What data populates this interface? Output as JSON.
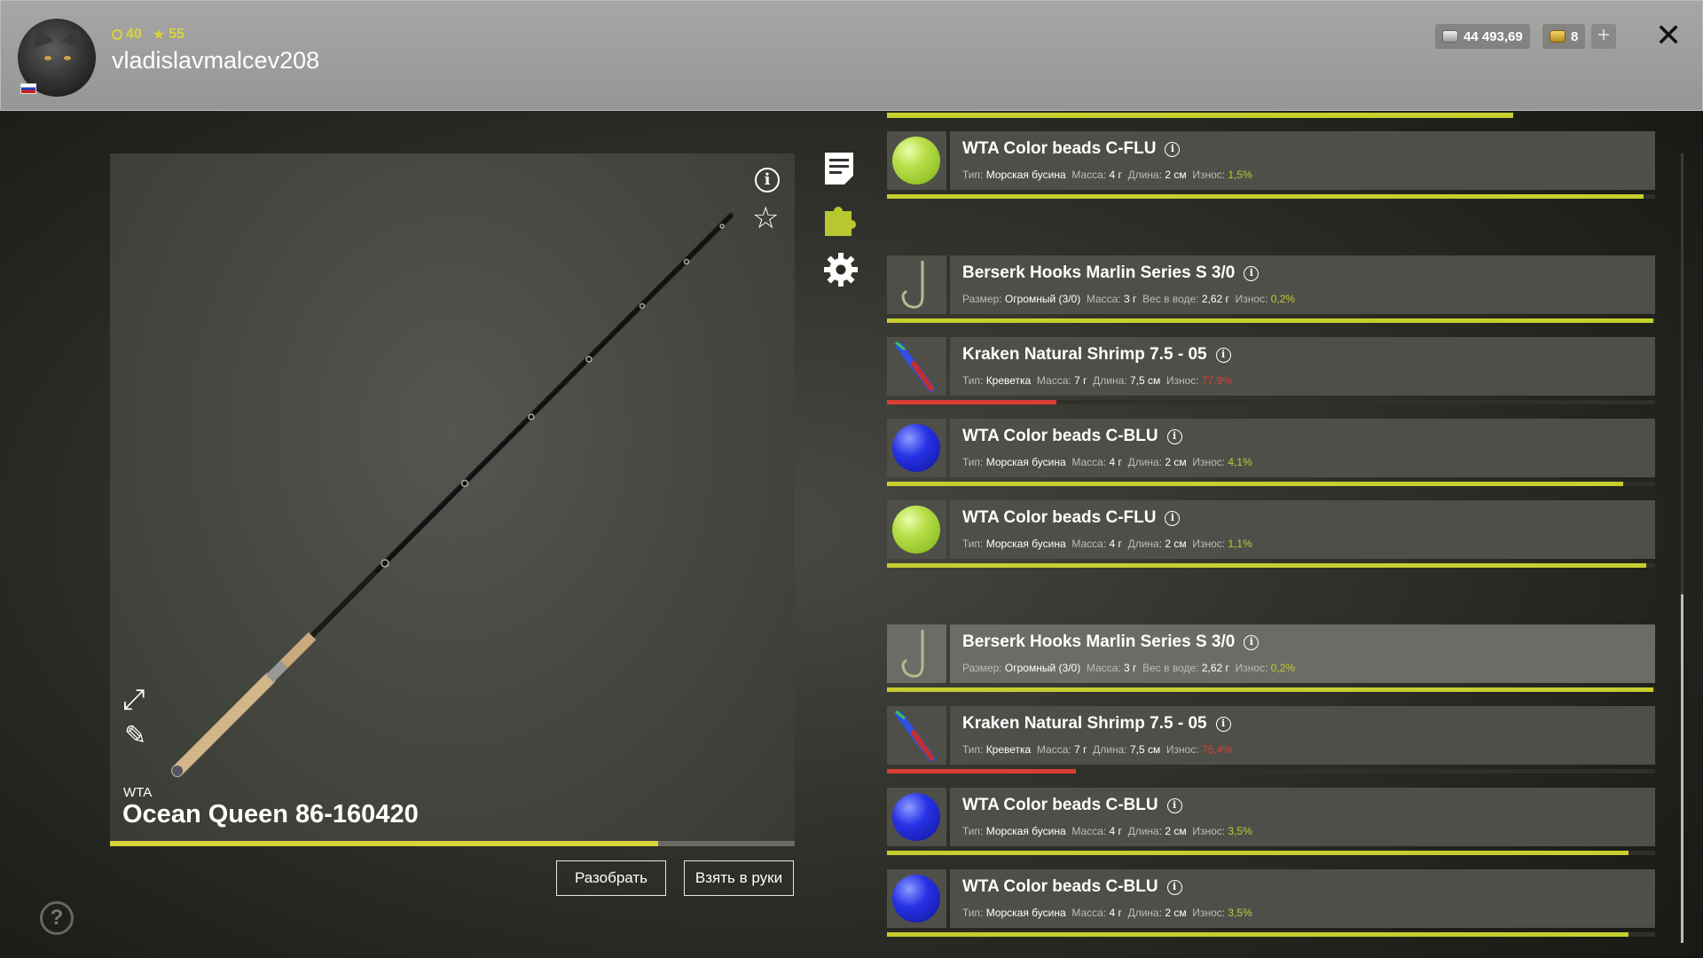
{
  "profile": {
    "level": "40",
    "stars": "55",
    "username": "vladislavmalcev208"
  },
  "wallet": {
    "silver": "44 493,69",
    "gold": "8",
    "add_label": "+"
  },
  "rod": {
    "brand": "WTA",
    "name": "Ocean Queen 86-160420",
    "wear_fraction": 0.8,
    "disassemble_label": "Разобрать",
    "take_label": "Взять в руки"
  },
  "list_top_bar_fraction": 0.815,
  "items": [
    {
      "kind": "bead-flu",
      "title": "WTA Color beads C-FLU",
      "k1": "Тип:",
      "v1": "Морская бусина",
      "k2": "Масса:",
      "v2": "4 г",
      "k3": "Длина:",
      "v3": "2 см",
      "k4": "",
      "v4": "",
      "wk": "Износ:",
      "wear": "1,5%",
      "bad": false,
      "fill": 0.985,
      "light": false
    },
    {
      "kind": "hook",
      "title": "Berserk Hooks Marlin Series S 3/0",
      "k1": "Размер:",
      "v1": "Огромный (3/0)",
      "k2": "Масса:",
      "v2": "3 г",
      "k3": "Вес в воде:",
      "v3": "2,62 г",
      "k4": "",
      "v4": "",
      "wk": "Износ:",
      "wear": "0,2%",
      "bad": false,
      "fill": 0.998,
      "light": false
    },
    {
      "kind": "shrimp",
      "title": "Kraken Natural Shrimp 7.5 - 05",
      "k1": "Тип:",
      "v1": "Креветка",
      "k2": "Масса:",
      "v2": "7 г",
      "k3": "Длина:",
      "v3": "7,5 см",
      "k4": "",
      "v4": "",
      "wk": "Износ:",
      "wear": "77,9%",
      "bad": true,
      "fill": 0.221,
      "light": false
    },
    {
      "kind": "bead-blu",
      "title": "WTA Color beads C-BLU",
      "k1": "Тип:",
      "v1": "Морская бусина",
      "k2": "Масса:",
      "v2": "4 г",
      "k3": "Длина:",
      "v3": "2 см",
      "k4": "",
      "v4": "",
      "wk": "Износ:",
      "wear": "4,1%",
      "bad": false,
      "fill": 0.959,
      "light": false
    },
    {
      "kind": "bead-flu",
      "title": "WTA Color beads C-FLU",
      "k1": "Тип:",
      "v1": "Морская бусина",
      "k2": "Масса:",
      "v2": "4 г",
      "k3": "Длина:",
      "v3": "2 см",
      "k4": "",
      "v4": "",
      "wk": "Износ:",
      "wear": "1,1%",
      "bad": false,
      "fill": 0.989,
      "light": false
    },
    {
      "kind": "hook",
      "title": "Berserk Hooks Marlin Series S 3/0",
      "k1": "Размер:",
      "v1": "Огромный (3/0)",
      "k2": "Масса:",
      "v2": "3 г",
      "k3": "Вес в воде:",
      "v3": "2,62 г",
      "k4": "",
      "v4": "",
      "wk": "Износ:",
      "wear": "0,2%",
      "bad": false,
      "fill": 0.998,
      "light": true
    },
    {
      "kind": "shrimp",
      "title": "Kraken Natural Shrimp 7.5 - 05",
      "k1": "Тип:",
      "v1": "Креветка",
      "k2": "Масса:",
      "v2": "7 г",
      "k3": "Длина:",
      "v3": "7,5 см",
      "k4": "",
      "v4": "",
      "wk": "Износ:",
      "wear": "75,4%",
      "bad": true,
      "fill": 0.246,
      "light": false
    },
    {
      "kind": "bead-blu",
      "title": "WTA Color beads C-BLU",
      "k1": "Тип:",
      "v1": "Морская бусина",
      "k2": "Масса:",
      "v2": "4 г",
      "k3": "Длина:",
      "v3": "2 см",
      "k4": "",
      "v4": "",
      "wk": "Износ:",
      "wear": "3,5%",
      "bad": false,
      "fill": 0.965,
      "light": false
    },
    {
      "kind": "bead-blu",
      "title": "WTA Color beads C-BLU",
      "k1": "Тип:",
      "v1": "Морская бусина",
      "k2": "Масса:",
      "v2": "4 г",
      "k3": "Длина:",
      "v3": "2 см",
      "k4": "",
      "v4": "",
      "wk": "Износ:",
      "wear": "3,5%",
      "bad": false,
      "fill": 0.965,
      "light": false
    }
  ],
  "colors": {
    "accent_yellow": "#d7d43a",
    "wear_good": "#c6cf2e",
    "wear_bad": "#d93e32"
  },
  "icons": {
    "level": "ring-icon",
    "stars": "star-icon",
    "silver": "silver-coin-icon",
    "gold": "gold-coin-icon",
    "close": "close-icon",
    "info": "info-icon",
    "favorite": "star-outline-icon",
    "expand": "expand-icon",
    "edit": "pen-icon",
    "description": "document-icon",
    "parts": "puzzle-icon",
    "settings": "gear-icon",
    "help": "help-icon"
  }
}
